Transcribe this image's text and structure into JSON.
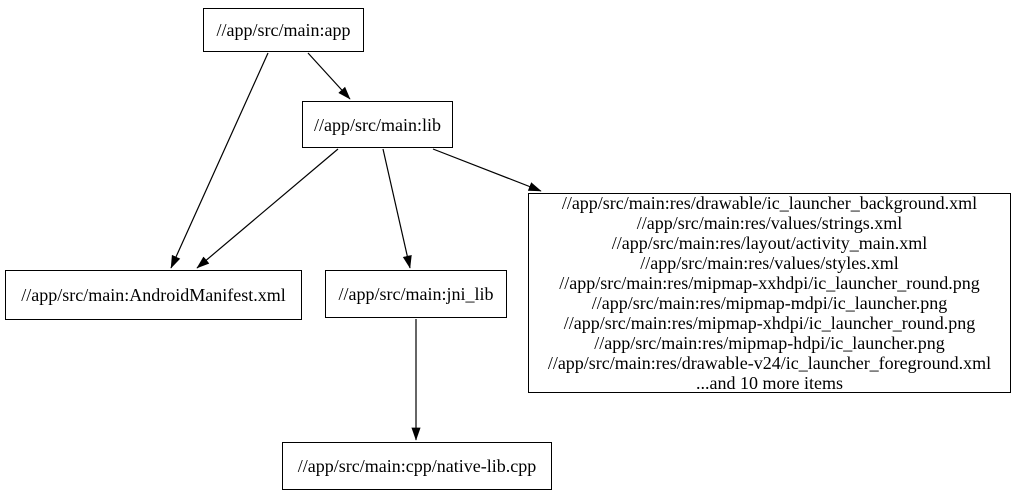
{
  "diagram": {
    "kind": "build-dependency-graph",
    "background_color": "#ffffff",
    "node_fill_color": "#ffffff",
    "node_border_color": "#000000",
    "edge_color": "#000000",
    "text_color": "#000000"
  },
  "nodes": {
    "app": {
      "label": "//app/src/main:app"
    },
    "lib": {
      "label": "//app/src/main:lib"
    },
    "manifest": {
      "label": "//app/src/main:AndroidManifest.xml"
    },
    "jni_lib": {
      "label": "//app/src/main:jni_lib"
    },
    "res_group": {
      "lines": [
        "//app/src/main:res/drawable/ic_launcher_background.xml",
        "//app/src/main:res/values/strings.xml",
        "//app/src/main:res/layout/activity_main.xml",
        "//app/src/main:res/values/styles.xml",
        "//app/src/main:res/mipmap-xxhdpi/ic_launcher_round.png",
        "//app/src/main:res/mipmap-mdpi/ic_launcher.png",
        "//app/src/main:res/mipmap-xhdpi/ic_launcher_round.png",
        "//app/src/main:res/mipmap-hdpi/ic_launcher.png",
        "//app/src/main:res/drawable-v24/ic_launcher_foreground.xml",
        "...and 10 more items"
      ]
    },
    "native_cpp": {
      "label": "//app/src/main:cpp/native-lib.cpp"
    }
  },
  "edges": [
    {
      "from": "app",
      "to": "lib"
    },
    {
      "from": "app",
      "to": "manifest"
    },
    {
      "from": "lib",
      "to": "manifest"
    },
    {
      "from": "lib",
      "to": "jni_lib"
    },
    {
      "from": "lib",
      "to": "res_group"
    },
    {
      "from": "jni_lib",
      "to": "native_cpp"
    }
  ]
}
